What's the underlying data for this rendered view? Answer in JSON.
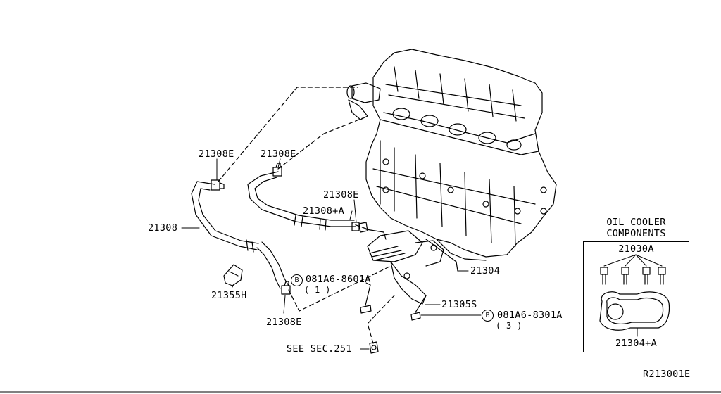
{
  "colors": {
    "line": "#000000",
    "background": "#ffffff"
  },
  "labels": {
    "hose_21308": "21308",
    "hose_21308a": "21308+A",
    "clamp_top_left": "21308E",
    "clamp_top_mid": "21308E",
    "clamp_mid_right": "21308E",
    "clamp_bottom": "21308E",
    "clip_21355h": "21355H",
    "cooler_21304": "21304",
    "bolt_21305s": "21305S",
    "bolt_left_code": "081A6-8601A",
    "bolt_left_qty": "( 1 )",
    "bolt_right_code": "081A6-8301A",
    "bolt_right_qty": "( 3 )",
    "bolt_marker": "B",
    "see_sec": "SEE SEC.251",
    "diagram_id": "R213001E"
  },
  "oil_cooler_box": {
    "title_line1": "OIL COOLER",
    "title_line2": "COMPONENTS",
    "bolts_part": "21030A",
    "gasket_part": "21304+A"
  }
}
